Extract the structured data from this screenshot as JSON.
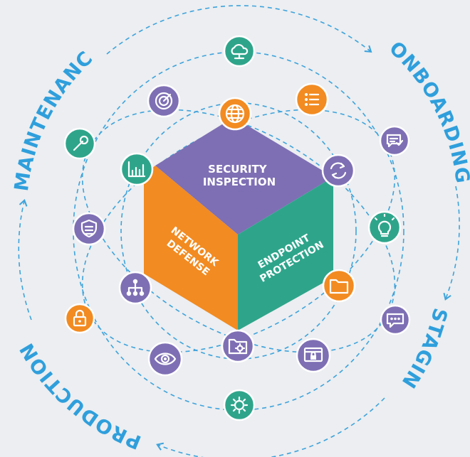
{
  "phases": {
    "maintenance": "MAINTENANCE",
    "onboarding": "ONBOARDING",
    "staging": "STAGING",
    "production": "PRODUCTION"
  },
  "cube": {
    "top": [
      "SECURITY",
      "INSPECTION"
    ],
    "left": [
      "NETWORK",
      "DEFENSE"
    ],
    "right": [
      "ENDPOINT",
      "PROTECTION"
    ]
  },
  "colors": {
    "purple": "#7e6fb4",
    "orange": "#f28b21",
    "teal": "#2ea58b",
    "blue": "#3ea3dc",
    "background": "#eceef1"
  },
  "icons": [
    {
      "name": "cloud-network-icon",
      "color": "teal"
    },
    {
      "name": "radar-icon",
      "color": "purple"
    },
    {
      "name": "globe-icon",
      "color": "orange"
    },
    {
      "name": "list-icon",
      "color": "orange"
    },
    {
      "name": "wrench-icon",
      "color": "teal"
    },
    {
      "name": "bar-chart-icon",
      "color": "teal"
    },
    {
      "name": "verified-message-icon",
      "color": "purple"
    },
    {
      "name": "refresh-cycle-icon",
      "color": "purple"
    },
    {
      "name": "lightbulb-icon",
      "color": "teal"
    },
    {
      "name": "shield-settings-icon",
      "color": "purple"
    },
    {
      "name": "hierarchy-icon",
      "color": "purple"
    },
    {
      "name": "folder-icon",
      "color": "orange"
    },
    {
      "name": "padlock-icon",
      "color": "orange"
    },
    {
      "name": "chat-bubble-icon",
      "color": "purple"
    },
    {
      "name": "eye-icon",
      "color": "purple"
    },
    {
      "name": "folder-settings-icon",
      "color": "purple"
    },
    {
      "name": "browser-lock-icon",
      "color": "purple"
    },
    {
      "name": "gear-icon",
      "color": "teal"
    }
  ]
}
